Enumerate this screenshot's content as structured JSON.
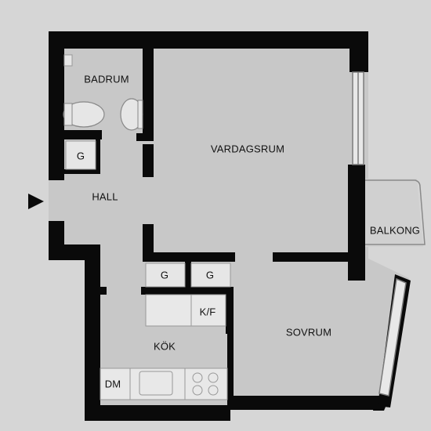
{
  "rooms": {
    "badrum": "BADRUM",
    "vardagsrum": "VARDAGSRUM",
    "hall": "HALL",
    "balkong": "BALKONG",
    "kok": "KÖK",
    "sovrum": "SOVRUM",
    "kf": "K/F",
    "dm": "DM"
  },
  "closets": {
    "hall_closet": "G",
    "kitchen_closet_1": "G",
    "kitchen_closet_2": "G"
  },
  "colors": {
    "paper": "#d6d6d6",
    "floor": "#c8c8c8",
    "wall": "#0a0a0a",
    "fixture": "#e6e6e6"
  },
  "icons": {
    "entrance": "arrow-right-icon"
  }
}
